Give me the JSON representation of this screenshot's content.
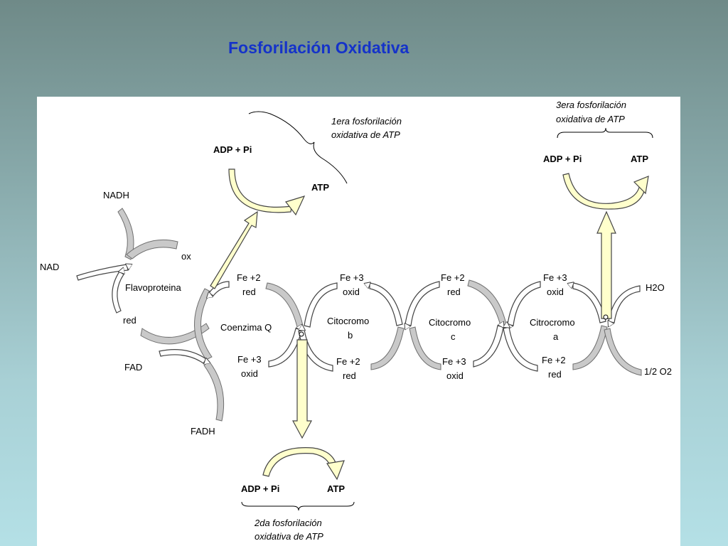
{
  "title": "Fosforilación Oxidativa",
  "labels": {
    "nadh": "NADH",
    "nad": "NAD",
    "ox": "ox",
    "red": "red",
    "flavoproteina": "Flavoproteina",
    "fad": "FAD",
    "fadh": "FADH",
    "coq": "Coenzima Q",
    "cit_b_1": "Citocromo",
    "cit_b_2": "b",
    "cit_c_1": "Citocromo",
    "cit_c_2": "c",
    "cit_a_1": "Citrocromo",
    "cit_a_2": "a",
    "h2o": "H2O",
    "o2": "1/2 O2",
    "fe2": "Fe +2",
    "fe3": "Fe +3",
    "red_lbl": "red",
    "oxid_lbl": "oxid"
  },
  "atp1": {
    "adp": "ADP + Pi",
    "atp": "ATP",
    "note_1": "1era fosforilación",
    "note_2": "oxidativa de ATP"
  },
  "atp2": {
    "adp": "ADP + Pi",
    "atp": "ATP",
    "note_1": "2da fosforilación",
    "note_2": "oxidativa de ATP"
  },
  "atp3": {
    "adp": "ADP + Pi",
    "atp": "ATP",
    "note_1": "3era fosforilación",
    "note_2": "oxidativa de ATP"
  },
  "colors": {
    "title": "#1533c9",
    "gray_arrow": "#c9c9c9",
    "yellow_arrow": "#ffffcc"
  }
}
